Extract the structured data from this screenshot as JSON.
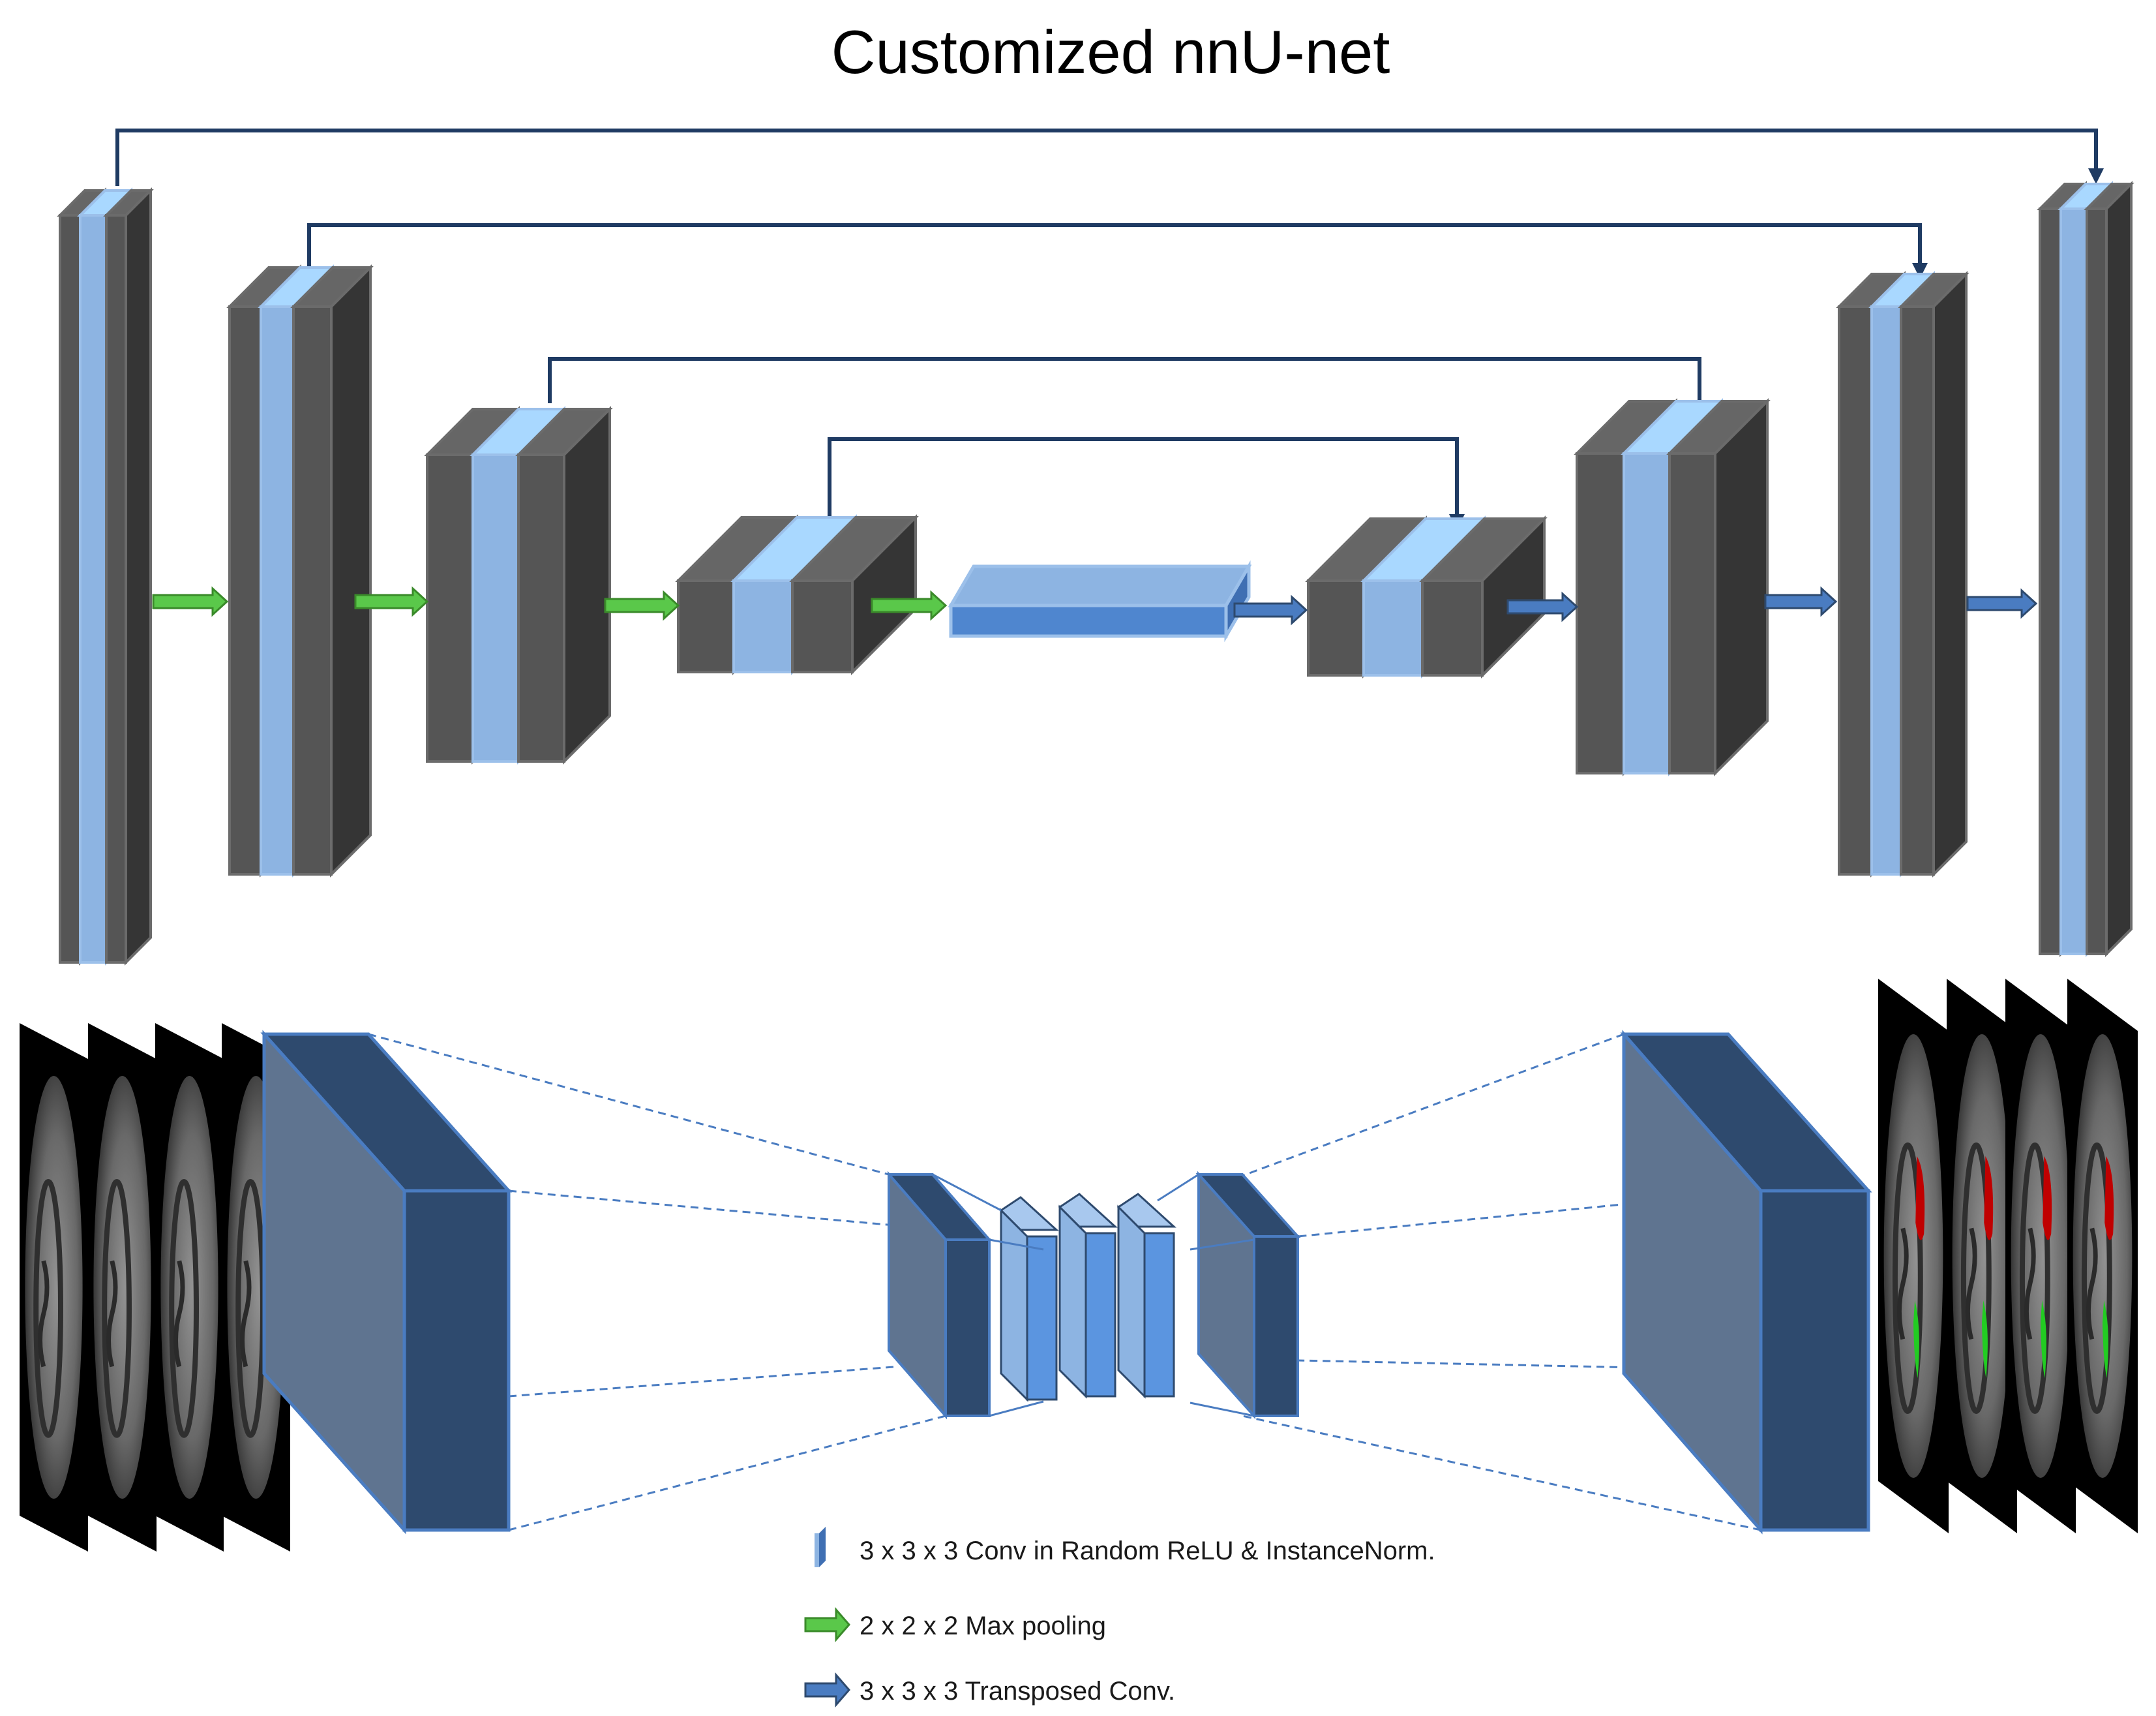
{
  "title": "Customized nnU-net",
  "legend": [
    {
      "icon": "conv-block-icon",
      "label": "3 x 3 x 3 Conv in Random ReLU & InstanceNorm."
    },
    {
      "icon": "green-arrow-icon",
      "label": "2 x 2 x 2 Max pooling"
    },
    {
      "icon": "blue-arrow-icon",
      "label": "3 x 3 x 3 Transposed Conv."
    }
  ],
  "colors": {
    "dark_block": "#555555",
    "light_block": "#8db4e2",
    "bottleneck": "#6a9fdc",
    "skip_line": "#1f3b63",
    "pool_arrow": "#5ac84a",
    "upconv_arrow": "#4a7cc1",
    "volume_front": "#2e4a6e",
    "volume_side": "#5f7490",
    "scan_background": "#000000",
    "segmentation_red": "#c00000",
    "segmentation_green": "#22cc22"
  }
}
